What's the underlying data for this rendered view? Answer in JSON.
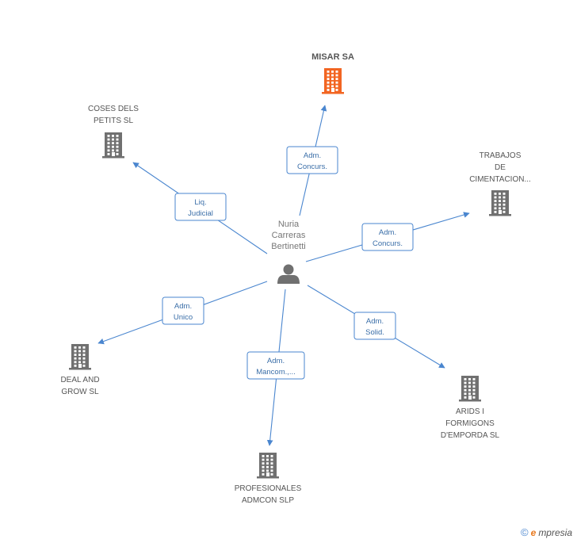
{
  "colors": {
    "edge": "#4a86cf",
    "building_default": "#707070",
    "building_highlight": "#f26522",
    "person": "#707070"
  },
  "center": {
    "name_lines": [
      "Nuria",
      "Carreras",
      "Bertinetti"
    ],
    "icon": "person-icon"
  },
  "nodes": [
    {
      "id": "misar",
      "label_lines": [
        "MISAR SA"
      ],
      "highlight": true,
      "icon": "building-icon"
    },
    {
      "id": "coses",
      "label_lines": [
        "COSES DELS",
        "PETITS SL"
      ],
      "highlight": false,
      "icon": "building-icon"
    },
    {
      "id": "trabajos",
      "label_lines": [
        "TRABAJOS",
        "DE",
        "CIMENTACION..."
      ],
      "highlight": false,
      "icon": "building-icon"
    },
    {
      "id": "deal",
      "label_lines": [
        "DEAL AND",
        "GROW SL"
      ],
      "highlight": false,
      "icon": "building-icon"
    },
    {
      "id": "arids",
      "label_lines": [
        "ARIDS I",
        "FORMIGONS",
        "D'EMPORDA  SL"
      ],
      "highlight": false,
      "icon": "building-icon"
    },
    {
      "id": "profesionales",
      "label_lines": [
        "PROFESIONALES",
        "ADMCON SLP"
      ],
      "highlight": false,
      "icon": "building-icon"
    }
  ],
  "edges": [
    {
      "to": "misar",
      "label_lines": [
        "Adm.",
        "Concurs."
      ]
    },
    {
      "to": "coses",
      "label_lines": [
        "Liq.",
        "Judicial"
      ]
    },
    {
      "to": "trabajos",
      "label_lines": [
        "Adm.",
        "Concurs."
      ]
    },
    {
      "to": "deal",
      "label_lines": [
        "Adm.",
        "Unico"
      ]
    },
    {
      "to": "arids",
      "label_lines": [
        "Adm.",
        "Solid."
      ]
    },
    {
      "to": "profesionales",
      "label_lines": [
        "Adm.",
        "Mancom.,..."
      ]
    }
  ],
  "footer": {
    "copyright_symbol": "©",
    "brand_initial": "e",
    "brand_rest": "mpresia"
  }
}
